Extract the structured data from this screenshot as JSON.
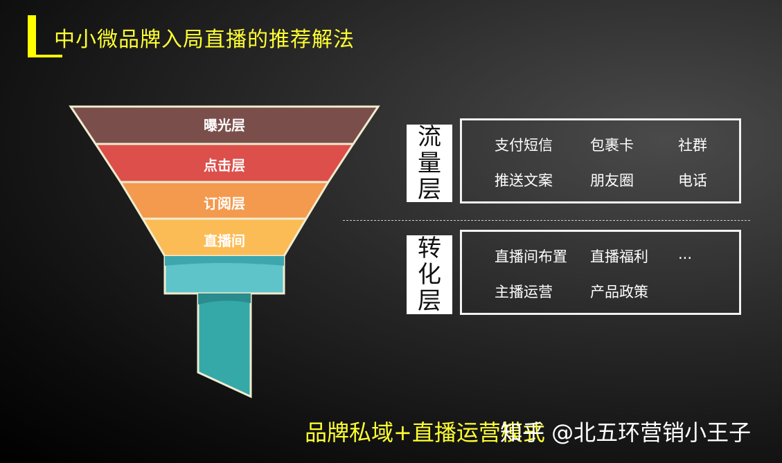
{
  "header": {
    "title": "中小微品牌入局直播的推荐解法",
    "accent_color": "#ffff00"
  },
  "funnel": {
    "layers": [
      {
        "label": "曝光层",
        "color": "#7a4f4b"
      },
      {
        "label": "点击层",
        "color": "#dd4f4a"
      },
      {
        "label": "订阅层",
        "color": "#f39a4e"
      },
      {
        "label": "直播间",
        "color": "#fcbc55"
      }
    ],
    "neck_color": "#5ec4c9",
    "spout_color": "#35a8a8"
  },
  "traffic_layer": {
    "label_chars": [
      "流",
      "量",
      "层"
    ],
    "items": [
      "支付短信",
      "包裹卡",
      "社群",
      "推送文案",
      "朋友圈",
      "电话"
    ]
  },
  "conversion_layer": {
    "label_chars": [
      "转",
      "化",
      "层"
    ],
    "items": [
      "直播间布置",
      "直播福利",
      "...",
      "主播运营",
      "产品政策"
    ]
  },
  "footer": {
    "text": "品牌私域+直播运营模式",
    "watermark": "知乎 @北五环营销小王子"
  }
}
